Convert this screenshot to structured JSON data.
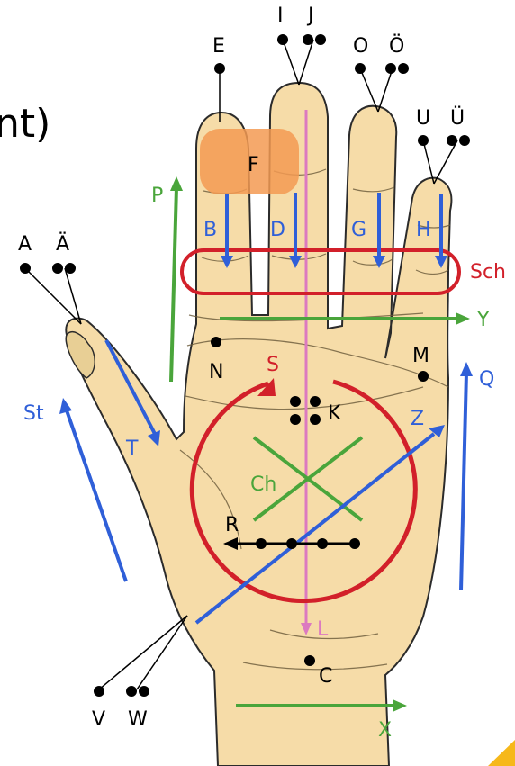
{
  "heading_fragment": "nt)",
  "colors": {
    "skin": "#f6dca8",
    "outline": "#2b2b2b",
    "blue": "#2f5fd8",
    "green": "#4aa53b",
    "red": "#d2202a",
    "pink": "#dc7ac0",
    "black": "#000000",
    "orange": "#f39a52",
    "accent": "#f6b81a"
  },
  "labels": {
    "E": "E",
    "I": "I",
    "J": "J",
    "O": "O",
    "O_umlaut": "Ö",
    "U": "U",
    "U_umlaut": "Ü",
    "A": "A",
    "A_umlaut": "Ä",
    "F": "F",
    "B": "B",
    "D": "D",
    "G": "G",
    "H": "H",
    "P": "P",
    "Sch": "Sch",
    "Y": "Y",
    "N": "N",
    "S": "S",
    "M": "M",
    "Q": "Q",
    "K": "K",
    "St": "St",
    "T": "T",
    "Z": "Z",
    "Ch": "Ch",
    "R": "R",
    "L": "L",
    "C": "C",
    "V": "V",
    "W": "W",
    "X": "X"
  }
}
